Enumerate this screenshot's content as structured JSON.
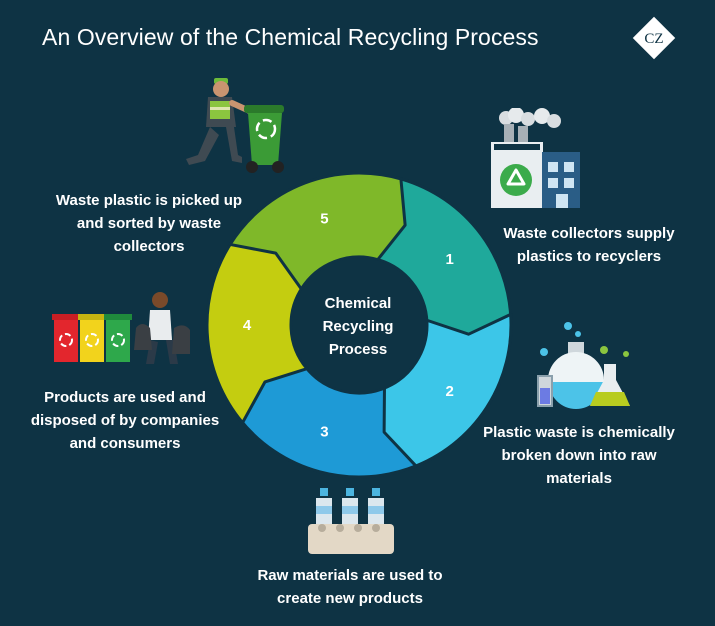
{
  "title": "An Overview of the Chemical Recycling Process",
  "logo_text": "CZ",
  "center_label": "Chemical Recycling Process",
  "steps": [
    {
      "number": "1",
      "caption": "Waste collectors supply plastics to recyclers",
      "color": "#1fa99b",
      "icon": "factory-icon"
    },
    {
      "number": "2",
      "caption": "Plastic waste is chemically broken down into raw materials",
      "color": "#3cc6e8",
      "icon": "lab-flask-icon"
    },
    {
      "number": "3",
      "caption": "Raw materials are used to create new products",
      "color": "#1e9ad6",
      "icon": "bottles-conveyor-icon"
    },
    {
      "number": "4",
      "caption": "Products are used and disposed of by companies and consumers",
      "color": "#c4cd10",
      "icon": "recycle-bins-icon"
    },
    {
      "number": "5",
      "caption": "Waste plastic is picked up and sorted by waste collectors",
      "color": "#7fb829",
      "icon": "waste-collector-icon"
    }
  ]
}
